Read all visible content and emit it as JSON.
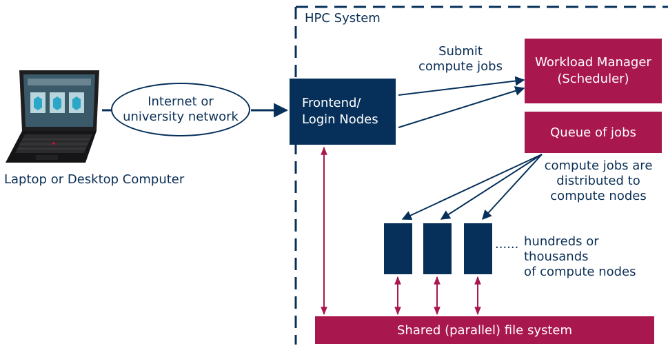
{
  "laptop": {
    "caption": "Laptop or Desktop Computer"
  },
  "network": {
    "line1": "Internet or",
    "line2": "university network"
  },
  "hpc": {
    "title": "HPC System"
  },
  "frontend": {
    "line1": "Frontend/",
    "line2": "Login Nodes"
  },
  "submit": {
    "line1": "Submit",
    "line2": "compute jobs"
  },
  "workload": {
    "line1": "Workload Manager",
    "line2": "(Scheduler)"
  },
  "queue": {
    "label": "Queue of jobs"
  },
  "distributed": {
    "line1": "compute jobs are",
    "line2": "distributed to",
    "line3": "compute nodes"
  },
  "nodes": {
    "ellipsis": "......",
    "line1": "hundreds or",
    "line2": "thousands",
    "line3": "of compute nodes"
  },
  "filesystem": {
    "label": "Shared (parallel) file system"
  },
  "colors": {
    "navy": "#06305a",
    "magenta": "#a8174e",
    "text": "#0b2f56"
  }
}
